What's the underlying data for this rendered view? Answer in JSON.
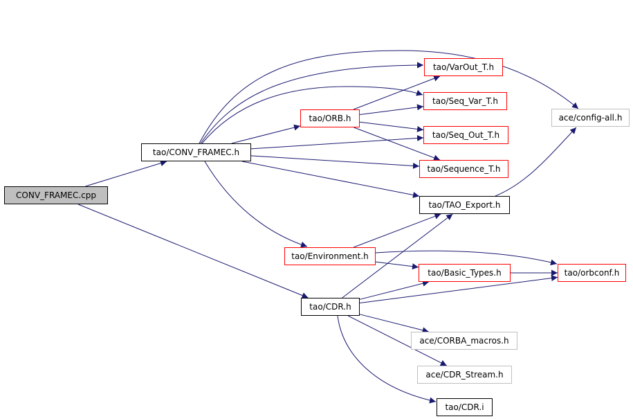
{
  "diagram": {
    "colors": {
      "edge": "#191970",
      "link_border": "#ff0000",
      "external_border": "#bfbfbf",
      "root_fill": "#bfbfbf"
    },
    "nodes": [
      {
        "id": "conv_framec_cpp",
        "label": "CONV_FRAMEC.cpp",
        "style": "root"
      },
      {
        "id": "conv_framec_h",
        "label": "tao/CONV_FRAMEC.h",
        "style": "black"
      },
      {
        "id": "varout",
        "label": "tao/VarOut_T.h",
        "style": "red"
      },
      {
        "id": "orb",
        "label": "tao/ORB.h",
        "style": "red"
      },
      {
        "id": "seqvar",
        "label": "tao/Seq_Var_T.h",
        "style": "red"
      },
      {
        "id": "seqout",
        "label": "tao/Seq_Out_T.h",
        "style": "red"
      },
      {
        "id": "sequence",
        "label": "tao/Sequence_T.h",
        "style": "red"
      },
      {
        "id": "taoexport",
        "label": "tao/TAO_Export.h",
        "style": "black"
      },
      {
        "id": "configall",
        "label": "ace/config-all.h",
        "style": "gray"
      },
      {
        "id": "environment",
        "label": "tao/Environment.h",
        "style": "red"
      },
      {
        "id": "basictypes",
        "label": "tao/Basic_Types.h",
        "style": "red"
      },
      {
        "id": "orbconf",
        "label": "tao/orbconf.h",
        "style": "red"
      },
      {
        "id": "cdr_h",
        "label": "tao/CDR.h",
        "style": "black"
      },
      {
        "id": "corbamacros",
        "label": "ace/CORBA_macros.h",
        "style": "gray"
      },
      {
        "id": "cdrstream",
        "label": "ace/CDR_Stream.h",
        "style": "gray"
      },
      {
        "id": "cdr_i",
        "label": "tao/CDR.i",
        "style": "black"
      }
    ],
    "edges": [
      {
        "from": "conv_framec_cpp",
        "to": "conv_framec_h"
      },
      {
        "from": "conv_framec_cpp",
        "to": "cdr_h"
      },
      {
        "from": "conv_framec_h",
        "to": "varout"
      },
      {
        "from": "conv_framec_h",
        "to": "configall"
      },
      {
        "from": "conv_framec_h",
        "to": "seqvar"
      },
      {
        "from": "conv_framec_h",
        "to": "orb"
      },
      {
        "from": "conv_framec_h",
        "to": "seqout"
      },
      {
        "from": "conv_framec_h",
        "to": "sequence"
      },
      {
        "from": "conv_framec_h",
        "to": "taoexport"
      },
      {
        "from": "conv_framec_h",
        "to": "environment"
      },
      {
        "from": "orb",
        "to": "varout"
      },
      {
        "from": "orb",
        "to": "seqvar"
      },
      {
        "from": "orb",
        "to": "seqout"
      },
      {
        "from": "orb",
        "to": "sequence"
      },
      {
        "from": "taoexport",
        "to": "configall"
      },
      {
        "from": "environment",
        "to": "taoexport"
      },
      {
        "from": "environment",
        "to": "basictypes"
      },
      {
        "from": "environment",
        "to": "orbconf"
      },
      {
        "from": "basictypes",
        "to": "orbconf"
      },
      {
        "from": "cdr_h",
        "to": "taoexport"
      },
      {
        "from": "cdr_h",
        "to": "basictypes"
      },
      {
        "from": "cdr_h",
        "to": "orbconf"
      },
      {
        "from": "cdr_h",
        "to": "corbamacros"
      },
      {
        "from": "cdr_h",
        "to": "cdrstream"
      },
      {
        "from": "cdr_h",
        "to": "cdr_i"
      }
    ]
  }
}
